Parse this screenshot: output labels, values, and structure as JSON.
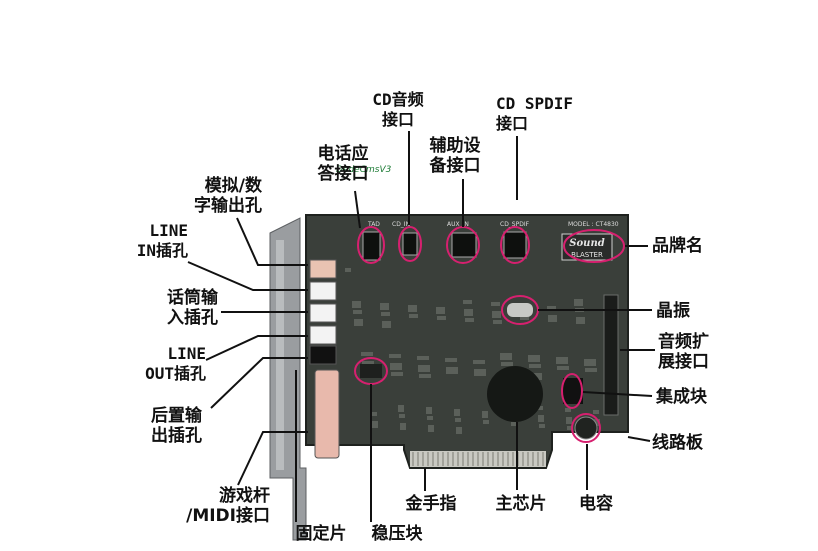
{
  "colors": {
    "accent": "#d6206f",
    "board": "#3a3f3a",
    "background": "#ffffff",
    "bracket": "#8c8f92"
  },
  "board_silkscreen": {
    "tad": "TAD",
    "cd_in": "CD_IN",
    "aux_in": "AUX_IN",
    "cd_spdif": "CD_SPDIF",
    "model": "MODEL : CT4830",
    "brand_line1": "Sound",
    "brand_line2": "BLASTER"
  },
  "watermark": "DedeCmsV3",
  "labels": {
    "cd_audio": "CD音频\n接口",
    "cd_spdif": "CD SPDIF\n接口",
    "phone_answer": "电话应\n答接口",
    "aux": "辅助设\n备接口",
    "analog_digital": "模拟/数\n字输出孔",
    "line_in": "LINE\nIN插孔",
    "mic_in": "话筒输\n入插孔",
    "line_out": "LINE\nOUT插孔",
    "rear_out": "后置输\n出插孔",
    "gameport": "游戏杆\n/MIDI接口",
    "bracket": "固定片",
    "regulator": "稳压块",
    "gold_finger": "金手指",
    "main_chip": "主芯片",
    "capacitor": "电容",
    "brand_name": "品牌名",
    "crystal": "晶振",
    "ext_port": "音频扩\n展接口",
    "ic": "集成块",
    "pcb": "线路板"
  }
}
